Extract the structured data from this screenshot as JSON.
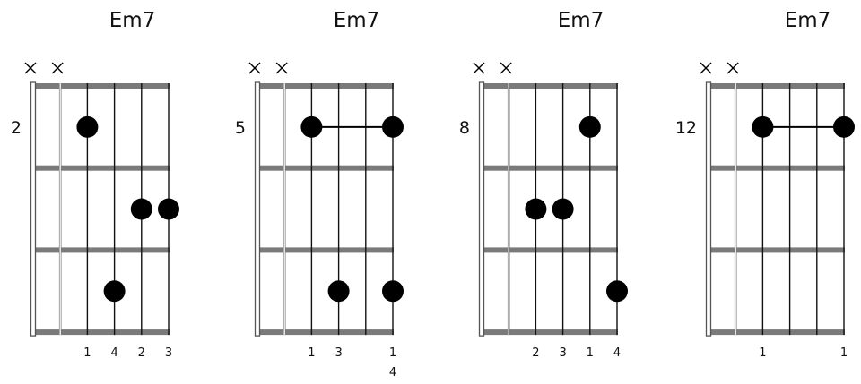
{
  "colors": {
    "background": "#ffffff",
    "ink": "#000000",
    "fret": "#7a7a7a",
    "string": "#111111",
    "nut_fill": "#ffffff",
    "nut_stroke": "#555555"
  },
  "diagrams": [
    {
      "title": "Em7",
      "start_fret": "2",
      "muted_strings": [
        1,
        2
      ],
      "dots": [
        {
          "string": 3,
          "fret": 1
        },
        {
          "string": 5,
          "fret": 2
        },
        {
          "string": 6,
          "fret": 2
        },
        {
          "string": 4,
          "fret": 3
        }
      ],
      "barres": [],
      "fingers": [
        {
          "string": 3,
          "label": "1"
        },
        {
          "string": 4,
          "label": "4"
        },
        {
          "string": 5,
          "label": "2"
        },
        {
          "string": 6,
          "label": "3"
        }
      ]
    },
    {
      "title": "Em7",
      "start_fret": "5",
      "muted_strings": [
        1,
        2
      ],
      "dots": [
        {
          "string": 3,
          "fret": 1
        },
        {
          "string": 6,
          "fret": 1
        },
        {
          "string": 4,
          "fret": 3
        },
        {
          "string": 6,
          "fret": 3
        }
      ],
      "barres": [
        {
          "fret": 1,
          "from": 3,
          "to": 6
        }
      ],
      "fingers": [
        {
          "string": 3,
          "label": "1"
        },
        {
          "string": 4,
          "label": "3"
        },
        {
          "string": 6,
          "label": "1\n4"
        }
      ]
    },
    {
      "title": "Em7",
      "start_fret": "8",
      "muted_strings": [
        1,
        2
      ],
      "dots": [
        {
          "string": 5,
          "fret": 1
        },
        {
          "string": 3,
          "fret": 2
        },
        {
          "string": 4,
          "fret": 2
        },
        {
          "string": 6,
          "fret": 3
        }
      ],
      "barres": [],
      "fingers": [
        {
          "string": 3,
          "label": "2"
        },
        {
          "string": 4,
          "label": "3"
        },
        {
          "string": 5,
          "label": "1"
        },
        {
          "string": 6,
          "label": "4"
        }
      ]
    },
    {
      "title": "Em7",
      "start_fret": "12",
      "muted_strings": [
        1,
        2
      ],
      "dots": [
        {
          "string": 3,
          "fret": 1
        },
        {
          "string": 6,
          "fret": 1
        }
      ],
      "barres": [
        {
          "fret": 1,
          "from": 3,
          "to": 6
        }
      ],
      "fingers": [
        {
          "string": 3,
          "label": "1"
        },
        {
          "string": 6,
          "label": "1"
        }
      ]
    }
  ]
}
